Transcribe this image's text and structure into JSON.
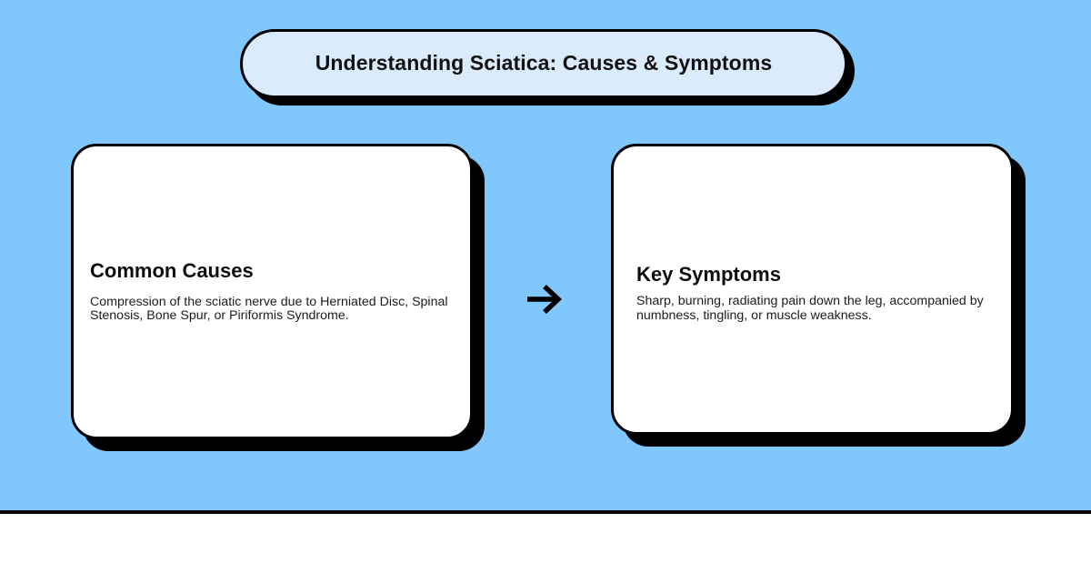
{
  "colors": {
    "canvas_background": "#80c7fd",
    "title_fill": "#daebfb",
    "card_fill": "#ffffff",
    "outline": "#000000",
    "shadow": "#000000",
    "footer_background": "#ffffff",
    "heading_text": "#0d0d0d",
    "body_text": "#1c1c1c"
  },
  "header": {
    "title": "Understanding Sciatica: Causes & Symptoms"
  },
  "cards": [
    {
      "id": "common-causes",
      "heading": "Common Causes",
      "body": "Compression of the sciatic nerve due to Herniated Disc, Spinal Stenosis, Bone Spur, or Piriformis Syndrome."
    },
    {
      "id": "key-symptoms",
      "heading": "Key Symptoms",
      "body": "Sharp, burning, radiating pain down the leg, accompanied by numbness, tingling, or muscle weakness."
    }
  ],
  "connector": {
    "icon": "arrow-right-icon",
    "glyph": "→"
  }
}
